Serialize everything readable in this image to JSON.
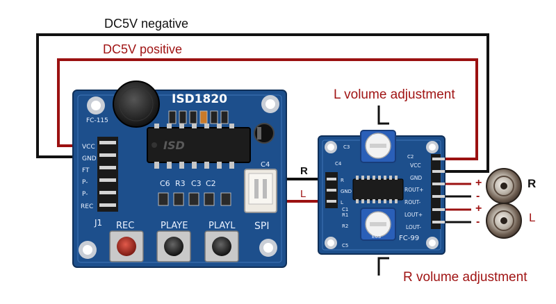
{
  "labels": {
    "dc_negative": "DC5V negative",
    "dc_positive": "DC5V positive",
    "l_volume": "L volume adjustment",
    "r_volume": "R volume adjustment",
    "r_channel": "R",
    "l_channel": "L",
    "speaker_r": "R",
    "speaker_l": "L",
    "plus": "+",
    "minus": "-"
  },
  "isd_board": {
    "chip_name": "ISD1820",
    "model": "FC-115",
    "chip_marking": "ISD",
    "pins": [
      "VCC",
      "GND",
      "FT",
      "P-",
      "P-",
      "REC"
    ],
    "header_label": "J1",
    "components": [
      "C6",
      "R3",
      "C3",
      "C2"
    ],
    "cap_label": "C4",
    "spi_label": "SPI",
    "buttons": [
      "REC",
      "PLAYE",
      "PLAYL"
    ]
  },
  "amp_board": {
    "model": "FC-99",
    "pins": [
      "VCC",
      "GND",
      "ROUT+",
      "ROUT-",
      "LOUT+",
      "LOUT-"
    ],
    "input_pins": [
      "R",
      "GND",
      "L"
    ],
    "refs": [
      "C3",
      "C4",
      "C2",
      "R1",
      "R2",
      "C1",
      "C5"
    ],
    "pot_label": "E03"
  },
  "colors": {
    "negative_wire": "#111111",
    "positive_wire": "#9b1111",
    "board_blue": "#1d4f8c",
    "label_red": "#a01414"
  }
}
